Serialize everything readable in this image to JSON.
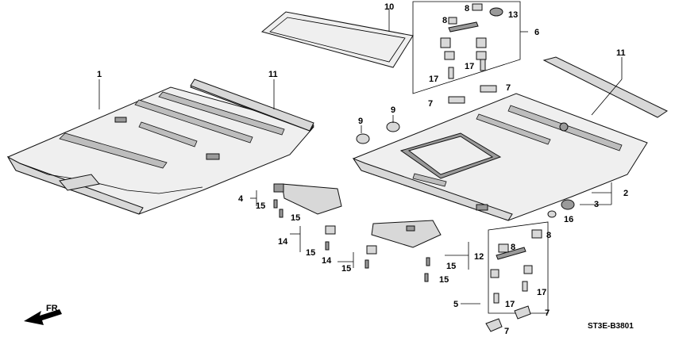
{
  "diagram": {
    "code": "ST3E-B3801",
    "direction_label": "FR.",
    "callouts": [
      "1",
      "2",
      "3",
      "4",
      "5",
      "6",
      "7",
      "8",
      "9",
      "10",
      "11",
      "12",
      "13",
      "14",
      "15",
      "16",
      "17"
    ]
  }
}
